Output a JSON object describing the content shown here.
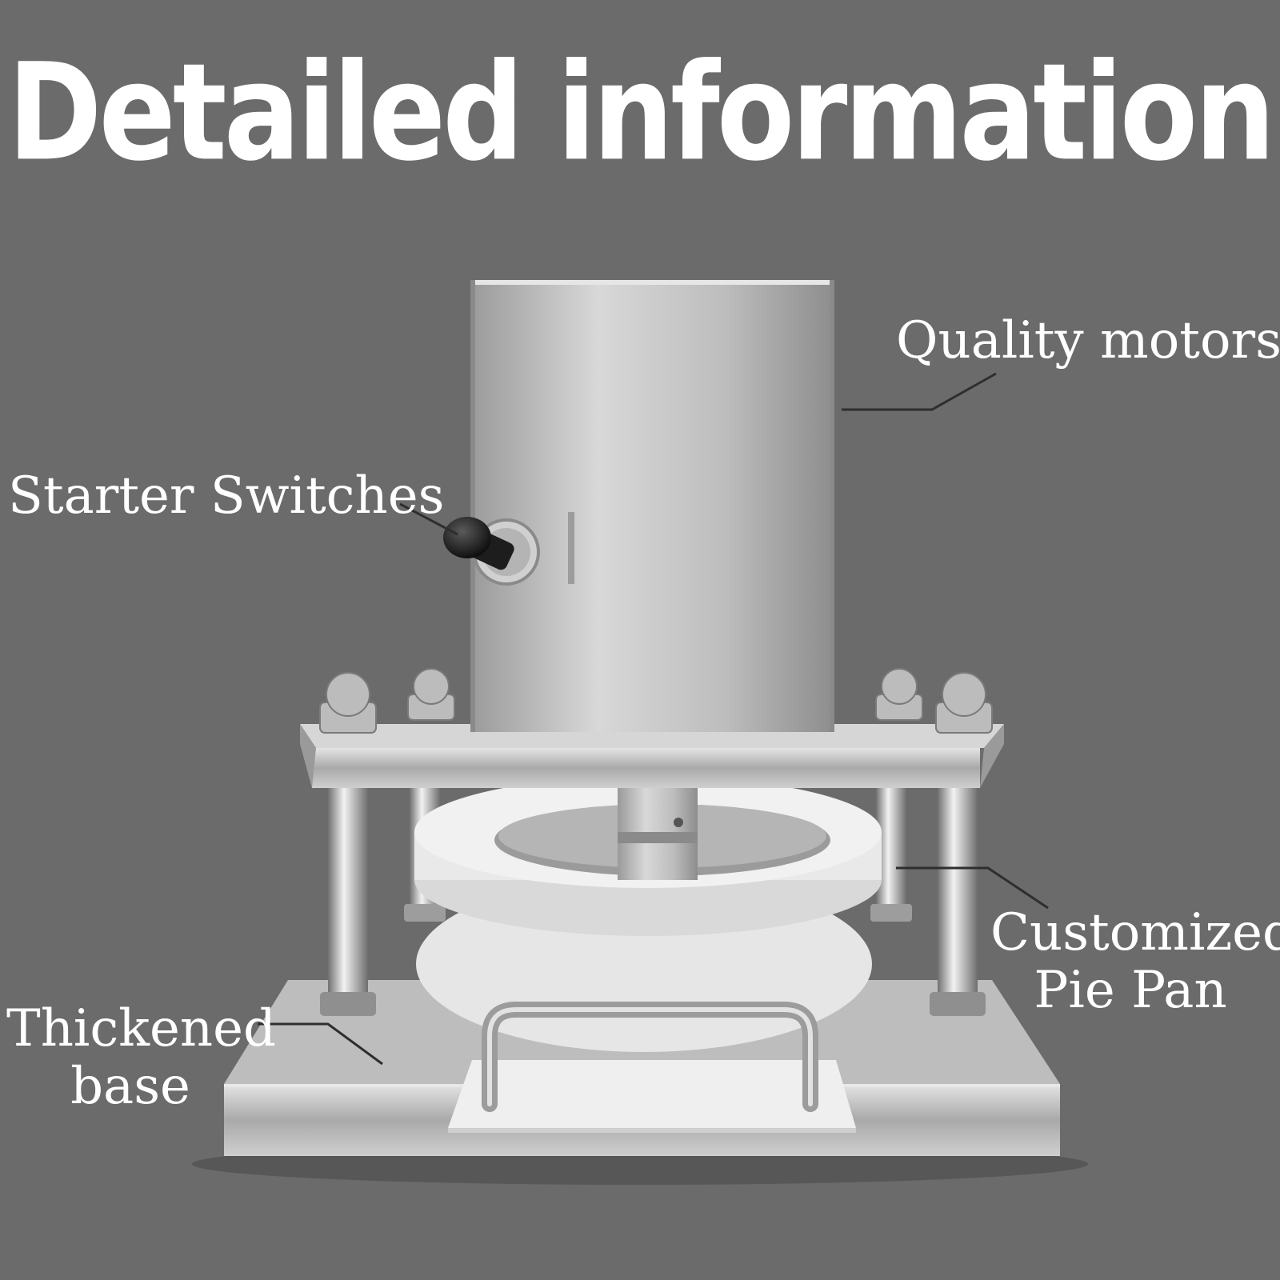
{
  "heading": "Detailed information",
  "callouts": {
    "motor": "Quality motors",
    "switch": "Starter Switches",
    "pan_line1": "Customized",
    "pan_line2": "Pie Pan",
    "base_line1": "Thickened",
    "base_line2": "base"
  },
  "colors": {
    "background": "#6b6b6b",
    "text": "#ffffff",
    "steel": "#c4c4c4",
    "plate": "#efefef"
  }
}
